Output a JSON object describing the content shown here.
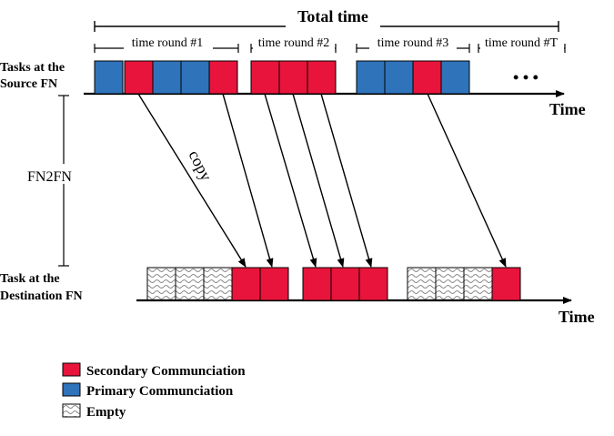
{
  "diagram": {
    "total_time_label": "Total time",
    "round_labels": [
      "time round #1",
      "time round #2",
      "time round #3",
      "time round #T"
    ],
    "ellipsis": "• • •",
    "source_row_label_line1": "Tasks at the",
    "source_row_label_line2": "Source FN",
    "destination_row_label_line1": "Task at the",
    "destination_row_label_line2": "Destination FN",
    "fn2fn_label": "FN2FN",
    "time_label_top": "Time",
    "time_label_bottom": "Time",
    "copy_label": "copy",
    "source_blocks": [
      "primary",
      "secondary",
      "primary",
      "primary",
      "secondary",
      "secondary",
      "secondary",
      "secondary",
      "primary",
      "primary",
      "secondary",
      "primary"
    ],
    "destination_blocks": [
      "empty",
      "empty",
      "empty",
      "secondary",
      "secondary",
      "secondary",
      "secondary",
      "secondary",
      "empty",
      "empty",
      "empty",
      "secondary"
    ],
    "copy_links": [
      {
        "from_source_block": 2,
        "to_destination_block": 4
      },
      {
        "from_source_block": 5,
        "to_destination_block": 5
      },
      {
        "from_source_block": 6,
        "to_destination_block": 6
      },
      {
        "from_source_block": 7,
        "to_destination_block": 7
      },
      {
        "from_source_block": 8,
        "to_destination_block": 8
      },
      {
        "from_source_block": 11,
        "to_destination_block": 12
      }
    ]
  },
  "legend": {
    "items": [
      {
        "label": "Secondary Communciation",
        "kind": "secondary"
      },
      {
        "label": "Primary Communciation",
        "kind": "primary"
      },
      {
        "label": "Empty",
        "kind": "empty"
      }
    ]
  },
  "colors": {
    "secondary": "#E8143B",
    "primary": "#2F73BB",
    "empty": "#FFFFFF",
    "stroke": "#000000"
  }
}
